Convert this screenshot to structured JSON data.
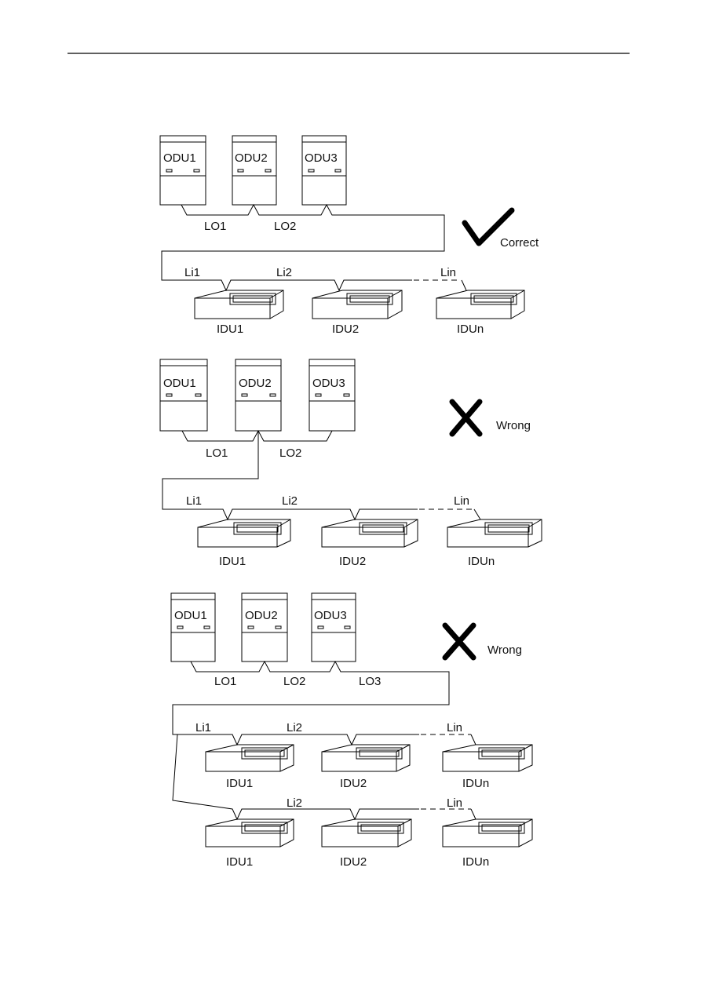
{
  "diagrams": [
    {
      "odus": [
        "ODU1",
        "ODU2",
        "ODU3"
      ],
      "outdoor_links": [
        "LO1",
        "LO2"
      ],
      "indoor_rows": [
        {
          "links": [
            "Li1",
            "Li2",
            "Lin"
          ],
          "idus": [
            "IDU1",
            "IDU2",
            "IDUn"
          ]
        }
      ],
      "verdict": "Correct",
      "verdict_mark": "check-icon"
    },
    {
      "odus": [
        "ODU1",
        "ODU2",
        "ODU3"
      ],
      "outdoor_links": [
        "LO1",
        "LO2"
      ],
      "indoor_rows": [
        {
          "links": [
            "Li1",
            "Li2",
            "Lin"
          ],
          "idus": [
            "IDU1",
            "IDU2",
            "IDUn"
          ]
        }
      ],
      "verdict": "Wrong",
      "verdict_mark": "cross-icon"
    },
    {
      "odus": [
        "ODU1",
        "ODU2",
        "ODU3"
      ],
      "outdoor_links": [
        "LO1",
        "LO2",
        "LO3"
      ],
      "indoor_rows": [
        {
          "links": [
            "Li1",
            "Li2",
            "Lin"
          ],
          "idus": [
            "IDU1",
            "IDU2",
            "IDUn"
          ]
        },
        {
          "links": [
            "Li2",
            "Lin"
          ],
          "idus": [
            "IDU1",
            "IDU2",
            "IDUn"
          ]
        }
      ],
      "verdict": "Wrong",
      "verdict_mark": "cross-icon"
    }
  ]
}
